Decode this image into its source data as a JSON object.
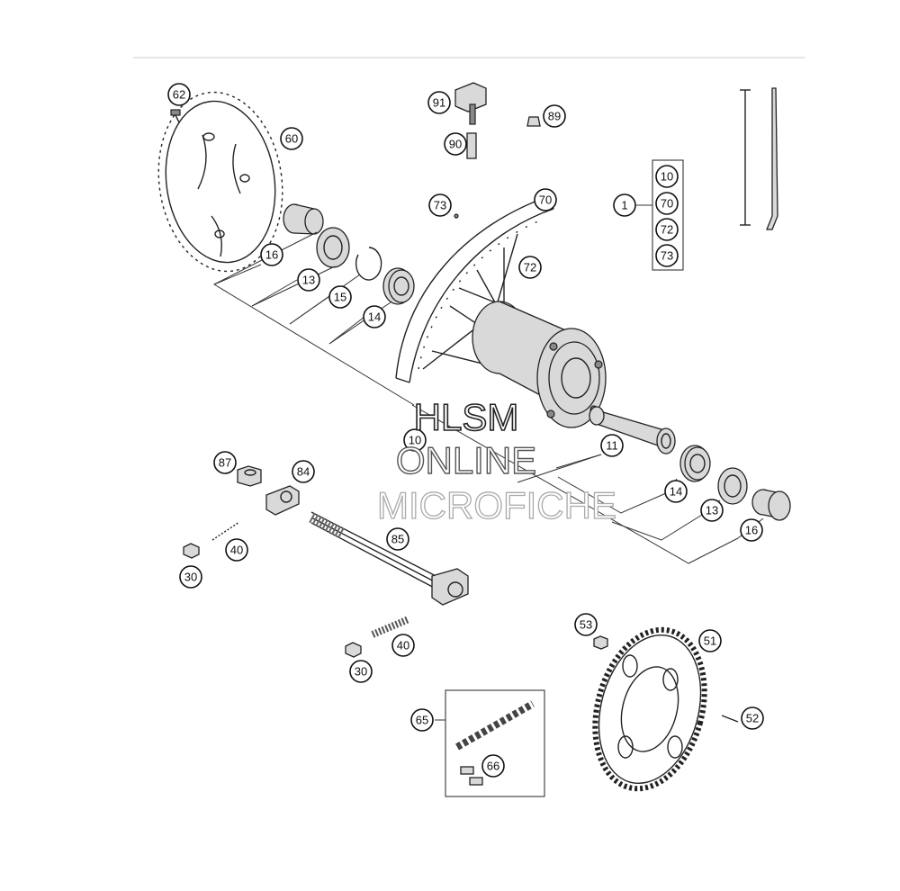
{
  "callouts": {
    "c62": "62",
    "c60": "60",
    "c91": "91",
    "c89": "89",
    "c90": "90",
    "c73a": "73",
    "c70a": "70",
    "c72a": "72",
    "c1": "1",
    "k10": "10",
    "k70": "70",
    "k72": "72",
    "k73": "73",
    "c16a": "16",
    "c13a": "13",
    "c15": "15",
    "c14a": "14",
    "c10": "10",
    "c11": "11",
    "c14b": "14",
    "c13b": "13",
    "c16b": "16",
    "c87": "87",
    "c84": "84",
    "c40a": "40",
    "c30a": "30",
    "c85": "85",
    "c40b": "40",
    "c30b": "30",
    "c53": "53",
    "c51": "51",
    "c52": "52",
    "c65": "65",
    "c66": "66"
  },
  "watermark": {
    "line1": "HLSM",
    "line2": "ONLINE",
    "line3": "MICROFICHE"
  }
}
